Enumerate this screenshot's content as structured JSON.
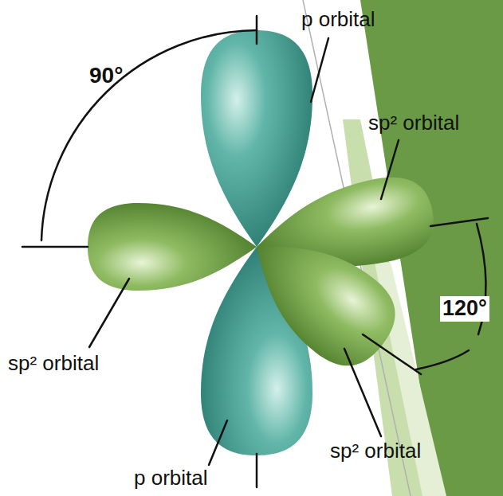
{
  "diagram": {
    "labels": [
      "p orbital",
      "90°",
      "sp² orbital",
      "120°",
      "sp² orbital",
      "sp² orbital",
      "p orbital"
    ]
  }
}
